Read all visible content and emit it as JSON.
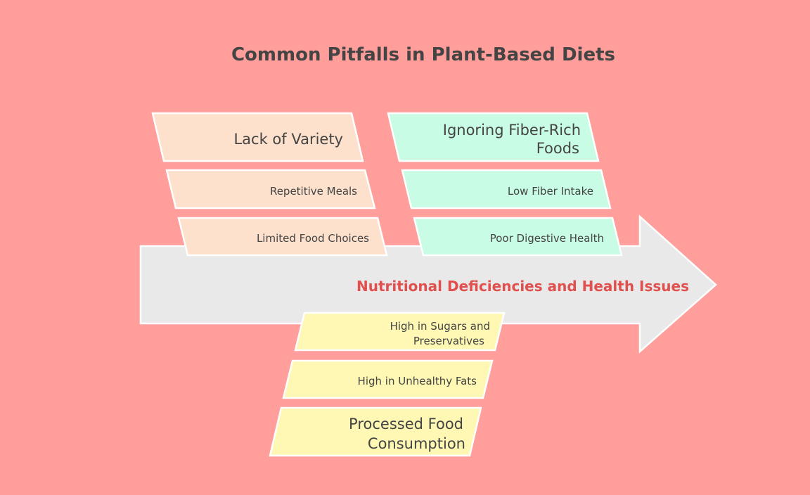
{
  "title": "Common Pitfalls in Plant-Based Diets",
  "effect": "Nutritional Deficiencies and Health Issues",
  "colors": {
    "background": "#ff9e9b",
    "arrow": "#e9e9e9",
    "variety": "#fde1cd",
    "fiber": "#c8fce4",
    "processed": "#fef8b4",
    "effect_text": "#e0504e"
  },
  "categories": [
    {
      "label": [
        "Lack of Variety"
      ],
      "causes": [
        "Repetitive Meals",
        "Limited Food Choices"
      ]
    },
    {
      "label": [
        "Ignoring Fiber-Rich",
        "Foods"
      ],
      "causes": [
        "Low Fiber Intake",
        "Poor Digestive Health"
      ]
    },
    {
      "label": [
        "Processed Food",
        "Consumption"
      ],
      "causes": [
        [
          "High in Sugars and",
          "Preservatives"
        ],
        [
          "High in Unhealthy Fats"
        ]
      ]
    }
  ]
}
